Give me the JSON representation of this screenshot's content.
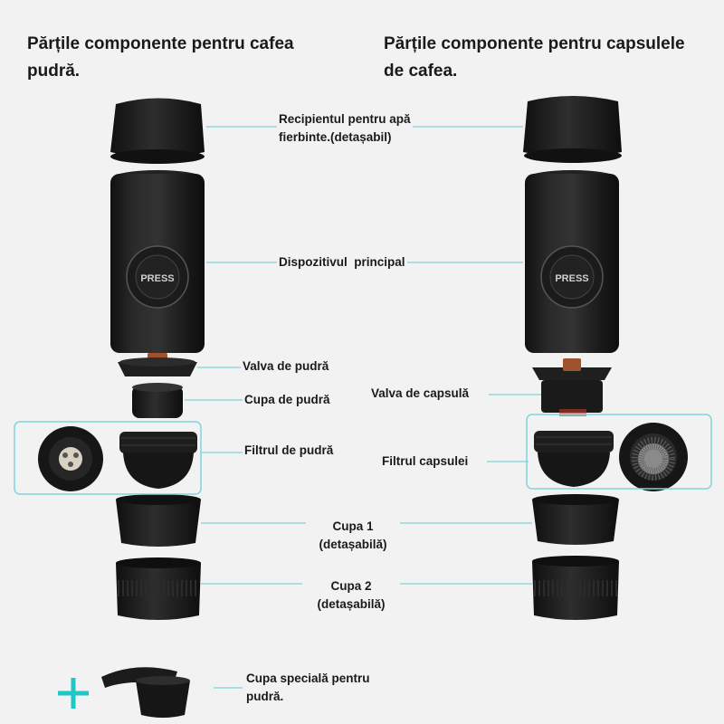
{
  "headings": {
    "left_line1": "Părțile componente pentru cafea",
    "left_line2": "pudră.",
    "right_line1": "Părțile componente pentru capsulele",
    "right_line2": "de cafea."
  },
  "labels": {
    "water_container_line1": "Recipientul pentru apă",
    "water_container_line2": "fierbinte.(detașabil)",
    "main_device": "Dispozitivul  principal",
    "press_text": "PRESS",
    "powder_valve": "Valva de pudră",
    "powder_cup": "Cupa de pudră",
    "capsule_valve": "Valva de capsulă",
    "powder_filter": "Filtrul de pudră",
    "capsule_filter": "Filtrul capsulei",
    "cup1_line1": "Cupa 1",
    "cup1_line2": "(detașabilă)",
    "cup2_line1": "Cupa 2",
    "cup2_line2": "(detașabilă)",
    "scoop_line1": "Cupa specială pentru",
    "scoop_line2": "pudră.",
    "plus": "+"
  },
  "colors": {
    "background": "#f2f2f2",
    "leader_line": "#7fd3dc",
    "plus_accent": "#1fc6c6",
    "part_dark": "#1c1c1c"
  }
}
